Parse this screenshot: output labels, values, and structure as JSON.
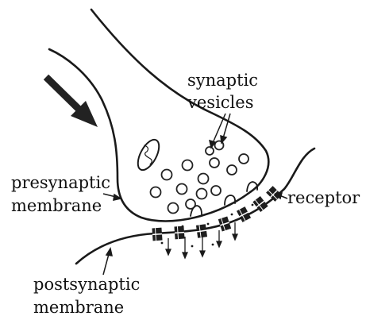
{
  "diagram": {
    "labels": {
      "synaptic_vesicles_line1": "synaptic",
      "synaptic_vesicles_line2": "vesicles",
      "presynaptic_line1": "presynaptic",
      "presynaptic_line2": "membrane",
      "receptor": "receptor",
      "postsynaptic_line1": "postsynaptic",
      "postsynaptic_line2": "membrane"
    },
    "colors": {
      "ink": "#1a1a1a",
      "background": "#ffffff"
    }
  }
}
